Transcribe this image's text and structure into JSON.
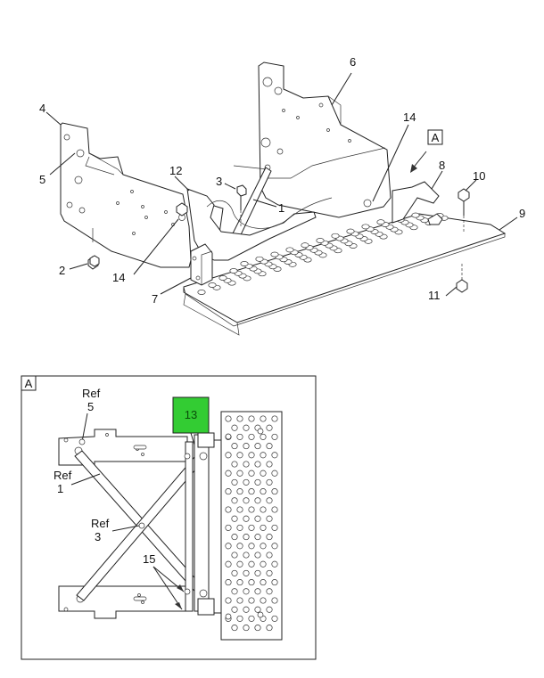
{
  "callouts_main": {
    "c1": "1",
    "c2": "2",
    "c3": "3",
    "c4": "4",
    "c5": "5",
    "c6": "6",
    "c7": "7",
    "c8": "8",
    "c9": "9",
    "c10": "10",
    "c11": "11",
    "c12": "12",
    "c14a": "14",
    "c14b": "14"
  },
  "view_ref": "A",
  "detail": {
    "label": "A",
    "highlight_callout": "13",
    "highlight_color": "#33cc33",
    "ref_5_a": "Ref",
    "ref_5_b": "5",
    "ref_1_a": "Ref",
    "ref_1_b": "1",
    "ref_3_a": "Ref",
    "ref_3_b": "3",
    "c15": "15"
  }
}
